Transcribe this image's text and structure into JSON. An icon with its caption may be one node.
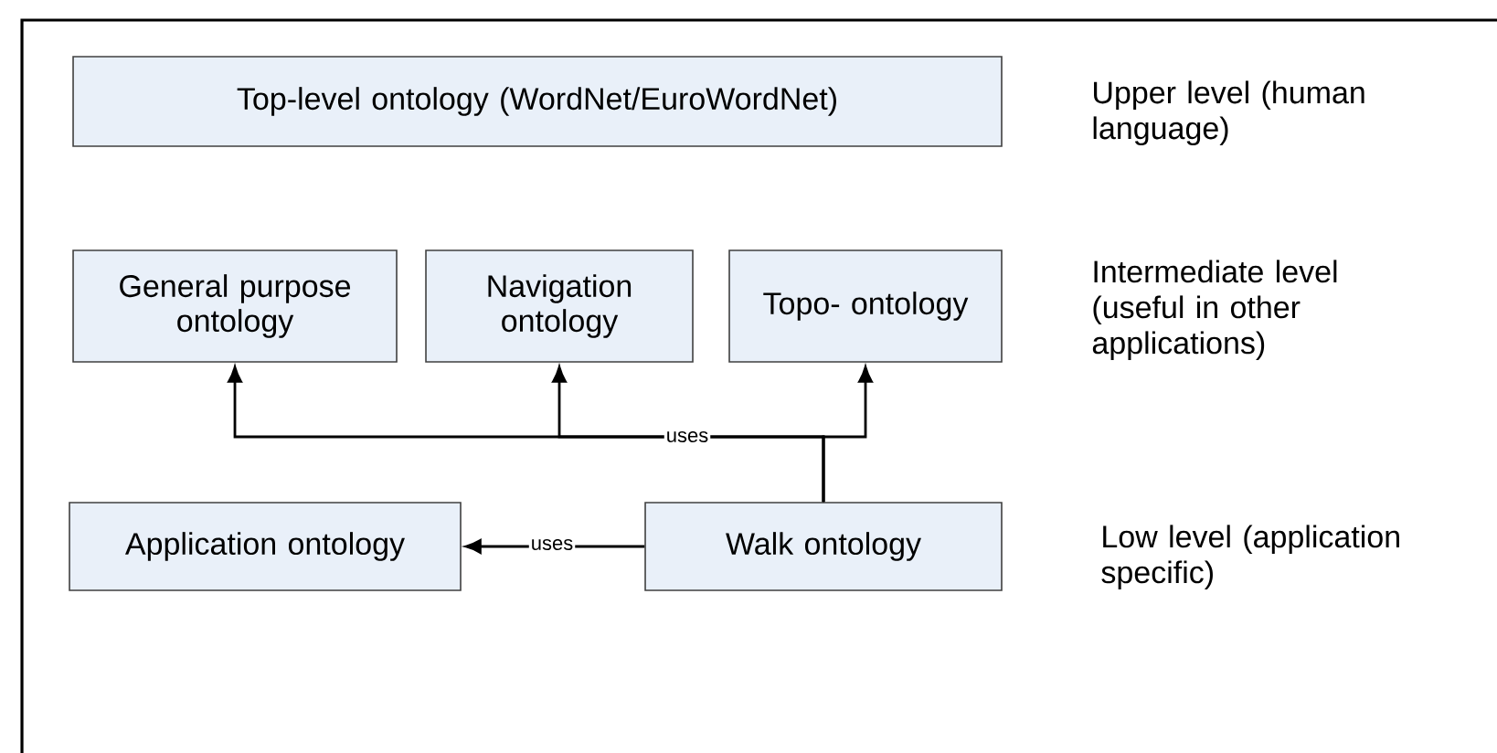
{
  "diagram": {
    "nodes": [
      {
        "text": [
          "Top-level ontology (WordNet/EuroWordNet)"
        ]
      },
      {
        "text": [
          "General purpose ontology"
        ]
      },
      {
        "text": [
          "Navigation ontology"
        ]
      },
      {
        "text": [
          "Topo- ontology"
        ]
      },
      {
        "text": [
          "Application ontology"
        ]
      },
      {
        "text": [
          "Walk ontology"
        ]
      }
    ],
    "edges": [
      {
        "from": 5,
        "to": 1,
        "arrow": "to"
      },
      {
        "from": 5,
        "to": 2,
        "arrow": "to",
        "label": "uses"
      },
      {
        "from": 5,
        "to": 3,
        "arrow": "to"
      },
      {
        "from": 5,
        "to": 4,
        "arrow": "to",
        "label": "uses"
      }
    ],
    "labels": [
      "Upper level (human language)",
      "Intermediate level (useful in other applications)",
      "Low level (application specific)"
    ]
  }
}
